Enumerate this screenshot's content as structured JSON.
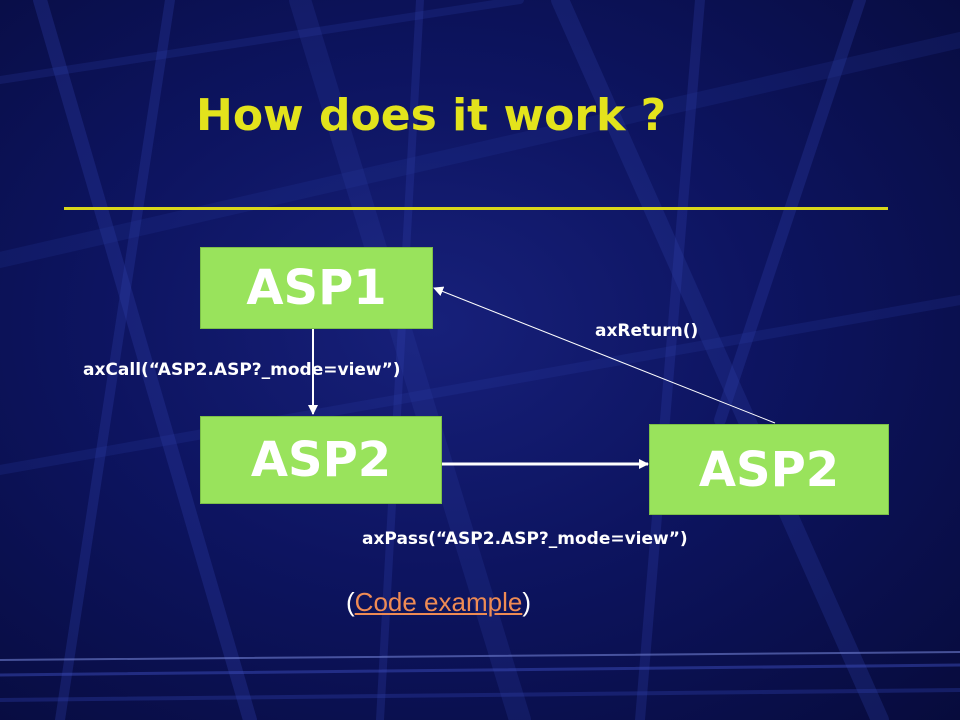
{
  "title": "How does it work ?",
  "boxes": {
    "asp1": "ASP1",
    "asp2_left": "ASP2",
    "asp2_right": "ASP2"
  },
  "labels": {
    "call": "axCall(“ASP2.ASP?_mode=view”)",
    "return": "axReturn()",
    "pass": "axPass(“ASP2.ASP?_mode=view”)"
  },
  "code_link": {
    "open": "(",
    "text": "Code example",
    "close": ")"
  },
  "colors": {
    "title": "#e3e31c",
    "box_fill": "#99e35c",
    "link": "#ef8b54",
    "background": "#0d1460"
  }
}
